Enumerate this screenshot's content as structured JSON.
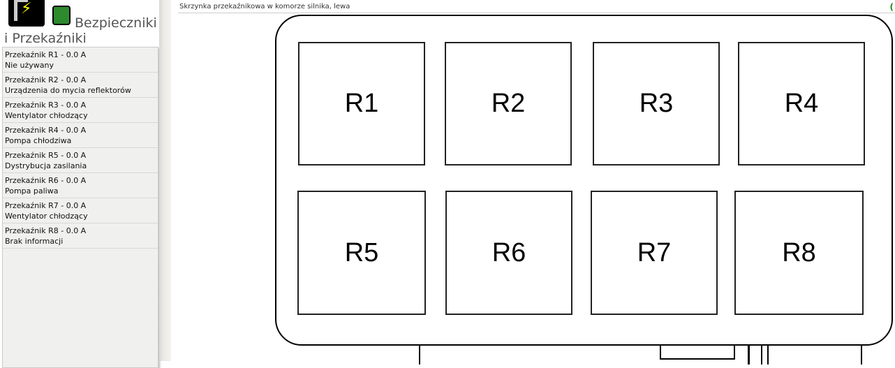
{
  "sidebar": {
    "title": "Bezpieczniki i Przekaźniki",
    "items": [
      {
        "label": "Przekaźnik R1 - 0.0 A",
        "desc": "Nie używany"
      },
      {
        "label": "Przekaźnik R2 - 0.0 A",
        "desc": "Urządzenia do mycia reflektorów"
      },
      {
        "label": "Przekaźnik R3 - 0.0 A",
        "desc": "Wentylator chłodzący"
      },
      {
        "label": "Przekaźnik R4 - 0.0 A",
        "desc": "Pompa chłodziwa"
      },
      {
        "label": "Przekaźnik R5 - 0.0 A",
        "desc": "Dystrybucja zasilania"
      },
      {
        "label": "Przekaźnik R6 - 0.0 A",
        "desc": "Pompa paliwa"
      },
      {
        "label": "Przekaźnik R7 - 0.0 A",
        "desc": "Wentylator chłodzący"
      },
      {
        "label": "Przekaźnik R8 - 0.0 A",
        "desc": "Brak informacji"
      }
    ]
  },
  "main": {
    "header": "Skrzynka przekaźnikowa w komorze silnika, lewa",
    "header_icon": "(",
    "relays": [
      "R1",
      "R2",
      "R3",
      "R4",
      "R5",
      "R6",
      "R7",
      "R8"
    ]
  }
}
